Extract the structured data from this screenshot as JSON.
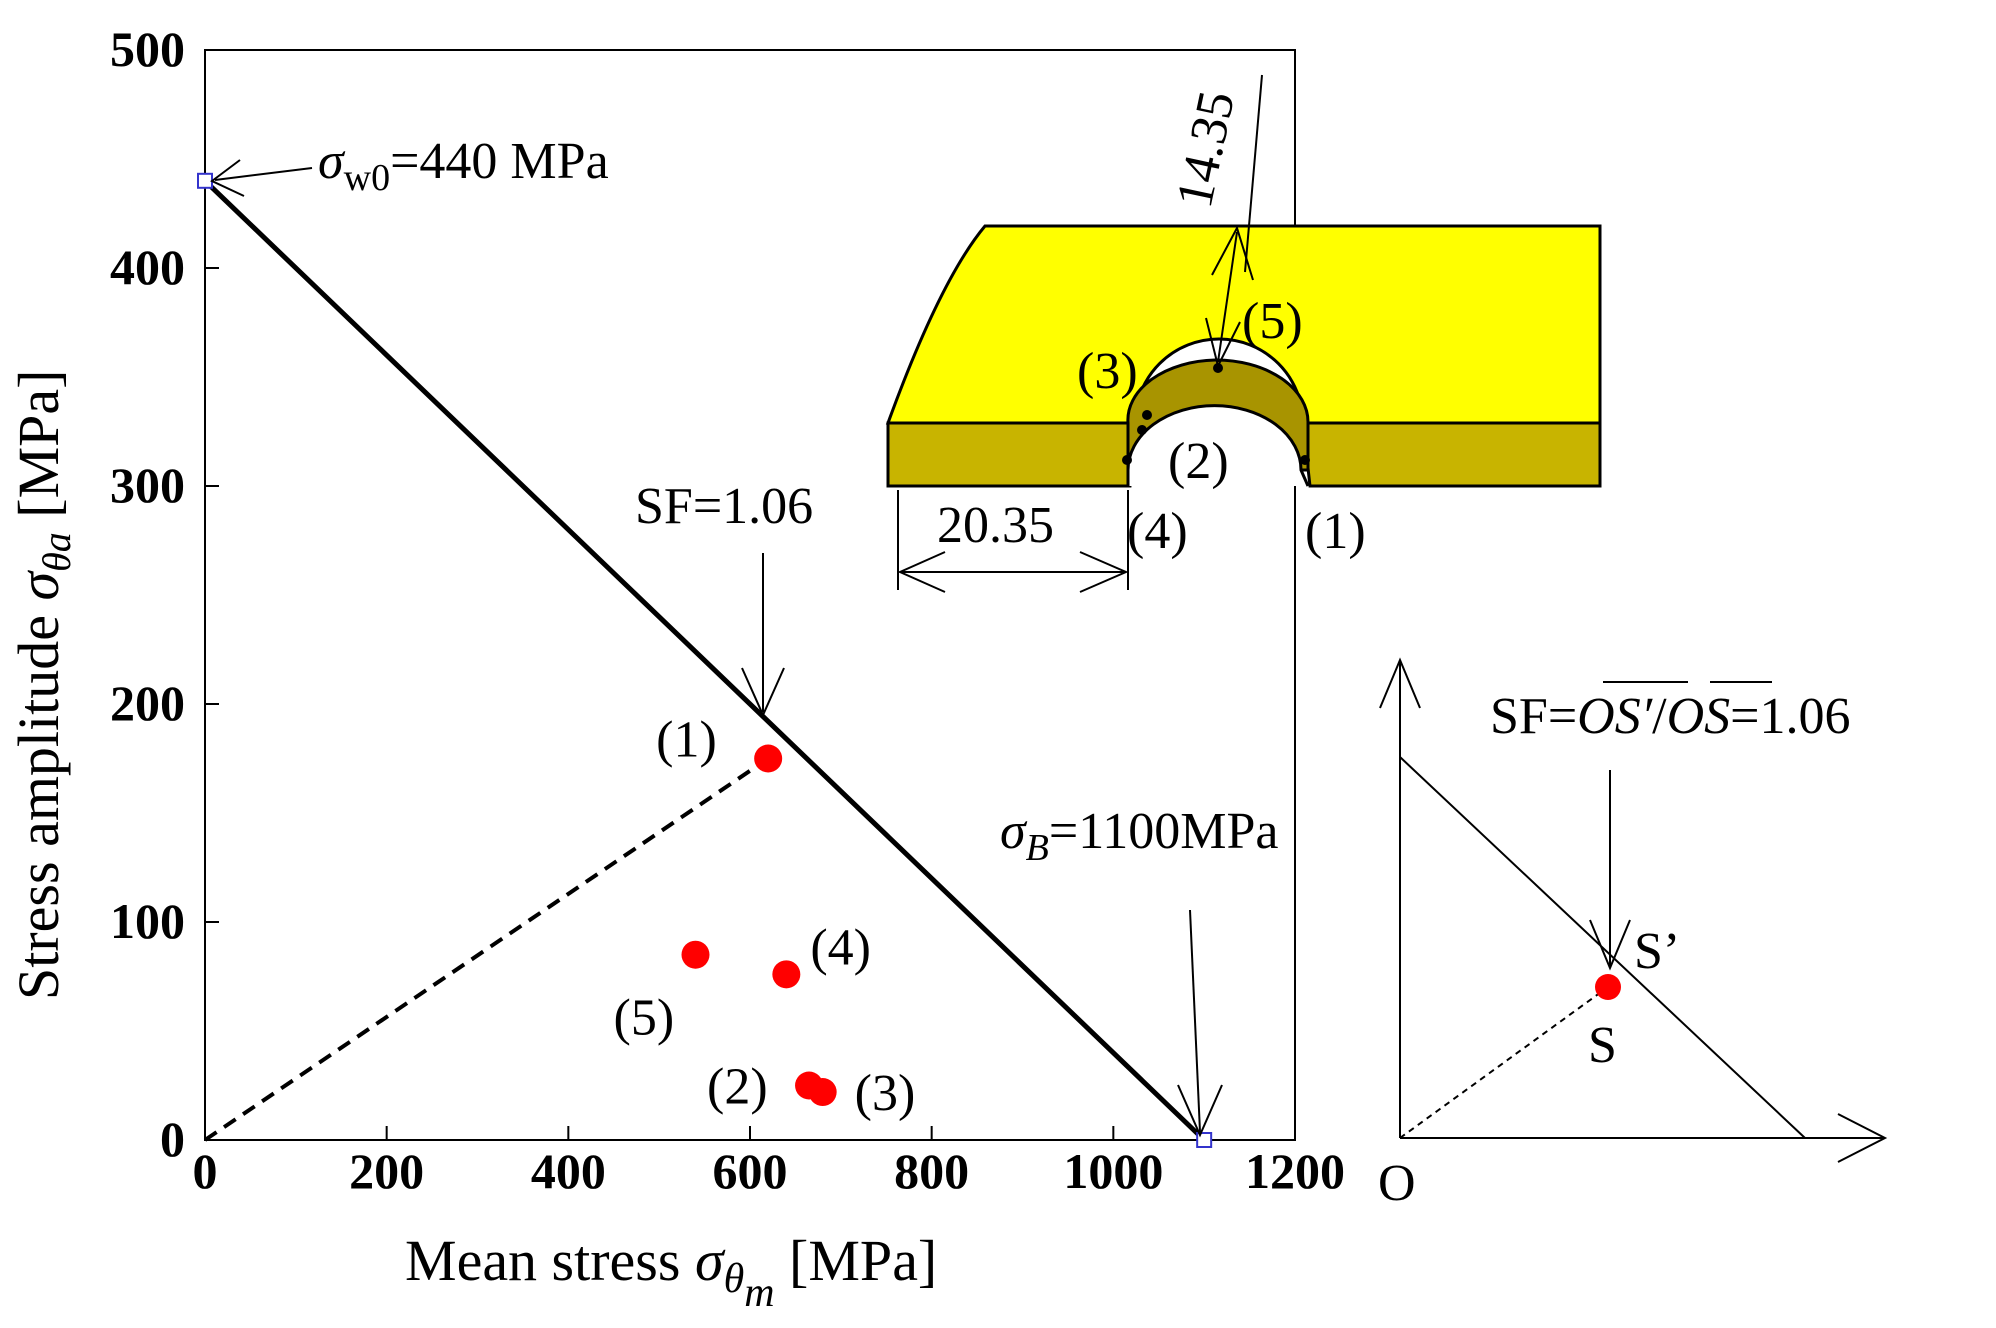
{
  "chart_data": {
    "type": "scatter",
    "xlabel": {
      "prefix": "Mean stress ",
      "symbol": "σ",
      "sub": "θ",
      "subsub": "m",
      "unit": " [MPa]"
    },
    "ylabel": {
      "prefix": "Stress amplitude ",
      "symbol": "σ",
      "sub": "θ",
      "subsub": "a",
      "unit": " [MPa]"
    },
    "xlim": [
      0,
      1200
    ],
    "ylim": [
      0,
      500
    ],
    "x_ticks": [
      "0",
      "200",
      "400",
      "600",
      "800",
      "1000",
      "1200"
    ],
    "y_ticks": [
      "0",
      "100",
      "200",
      "300",
      "400",
      "500"
    ],
    "grid": false,
    "goodman_line": {
      "x": [
        0,
        1100
      ],
      "y": [
        440,
        0
      ]
    },
    "load_line": {
      "x": [
        0,
        620
      ],
      "y": [
        0,
        175
      ]
    },
    "endpoints": [
      {
        "x": 0,
        "y": 440
      },
      {
        "x": 1100,
        "y": 0
      }
    ],
    "points": [
      {
        "label": "(1)",
        "x": 620,
        "y": 175
      },
      {
        "label": "(2)",
        "x": 665,
        "y": 25
      },
      {
        "label": "(3)",
        "x": 680,
        "y": 22
      },
      {
        "label": "(4)",
        "x": 640,
        "y": 76
      },
      {
        "label": "(5)",
        "x": 540,
        "y": 85
      }
    ],
    "annotations": {
      "sigma_w0": {
        "symbol": "σ",
        "sub": "w0",
        "text": "=440 MPa"
      },
      "sigma_b": {
        "symbol": "σ",
        "sub": "B",
        "text": "=1100MPa"
      },
      "sf": "SF=1.06"
    },
    "colors": {
      "point": "#ff0000",
      "line": "#000000",
      "part_light": "#ffff00",
      "part_dark": "#c7b800",
      "part_inner": "#a08c00"
    }
  },
  "inset_part": {
    "dim_width": "20.35",
    "dim_thickness": "14.35",
    "locations": [
      "(1)",
      "(2)",
      "(3)",
      "(4)",
      "(5)"
    ]
  },
  "schematic": {
    "formula_prefix": "SF=",
    "os_prime": "OS′",
    "slash": "/",
    "os": "OS",
    "formula_suffix": "=1.06",
    "label_o": "O",
    "label_s": "S",
    "label_s_prime": "S’"
  }
}
